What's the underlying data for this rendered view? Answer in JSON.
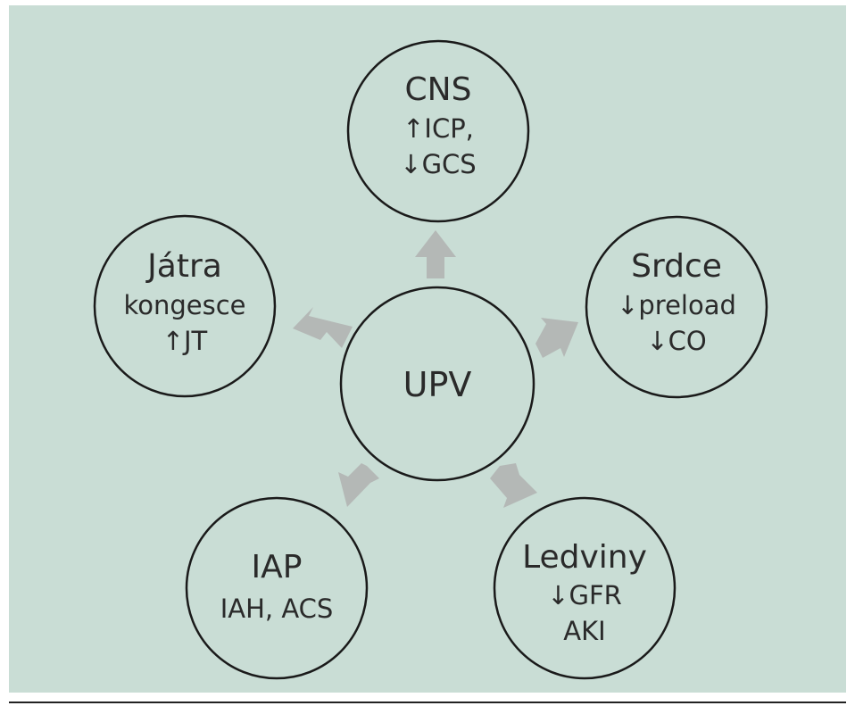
{
  "diagram": {
    "center": {
      "label": "UPV"
    },
    "nodes": [
      {
        "id": "cns",
        "title": "CNS",
        "lines": [
          "↑ICP,",
          "↓GCS"
        ]
      },
      {
        "id": "jatra",
        "title": "Játra",
        "lines": [
          "kongesce",
          "↑JT"
        ]
      },
      {
        "id": "srdce",
        "title": "Srdce",
        "lines": [
          "↓preload",
          "↓CO"
        ]
      },
      {
        "id": "iap",
        "title": "IAP",
        "lines": [
          "IAH, ACS"
        ]
      },
      {
        "id": "ledviny",
        "title": "Ledviny",
        "lines": [
          "↓GFR",
          "AKI"
        ]
      }
    ]
  },
  "colors": {
    "background": "#c9ddd5",
    "circle_stroke": "#1a1a1a",
    "circle_fill": "#c9ddd5",
    "arrow": "#b4b8b6",
    "text": "#2a2a2a"
  }
}
